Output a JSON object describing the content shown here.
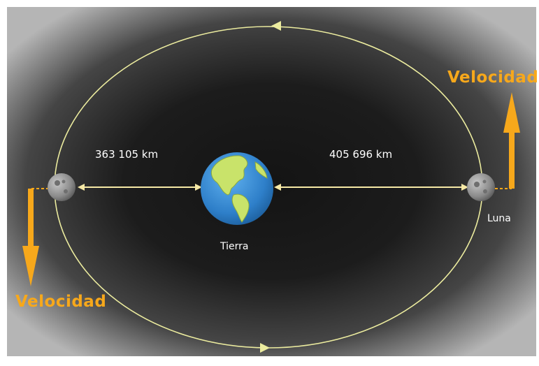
{
  "labels": {
    "distance_left": "363 105 km",
    "distance_right": "405 696 km",
    "earth": "Tierra",
    "moon": "Luna",
    "velocity_right": "Velocidad",
    "velocity_left": "Velocidad"
  },
  "icons": {
    "earth": "earth-globe-icon",
    "moon_perigee": "moon-icon",
    "moon_apogee": "moon-icon"
  },
  "colors": {
    "orbit": "#ecec9f",
    "arrow": "#f6e9a6",
    "velocity": "#f7a81b",
    "ocean": "#3b8fd6",
    "land": "#c9e36a",
    "moon": "#8d8d8d"
  }
}
